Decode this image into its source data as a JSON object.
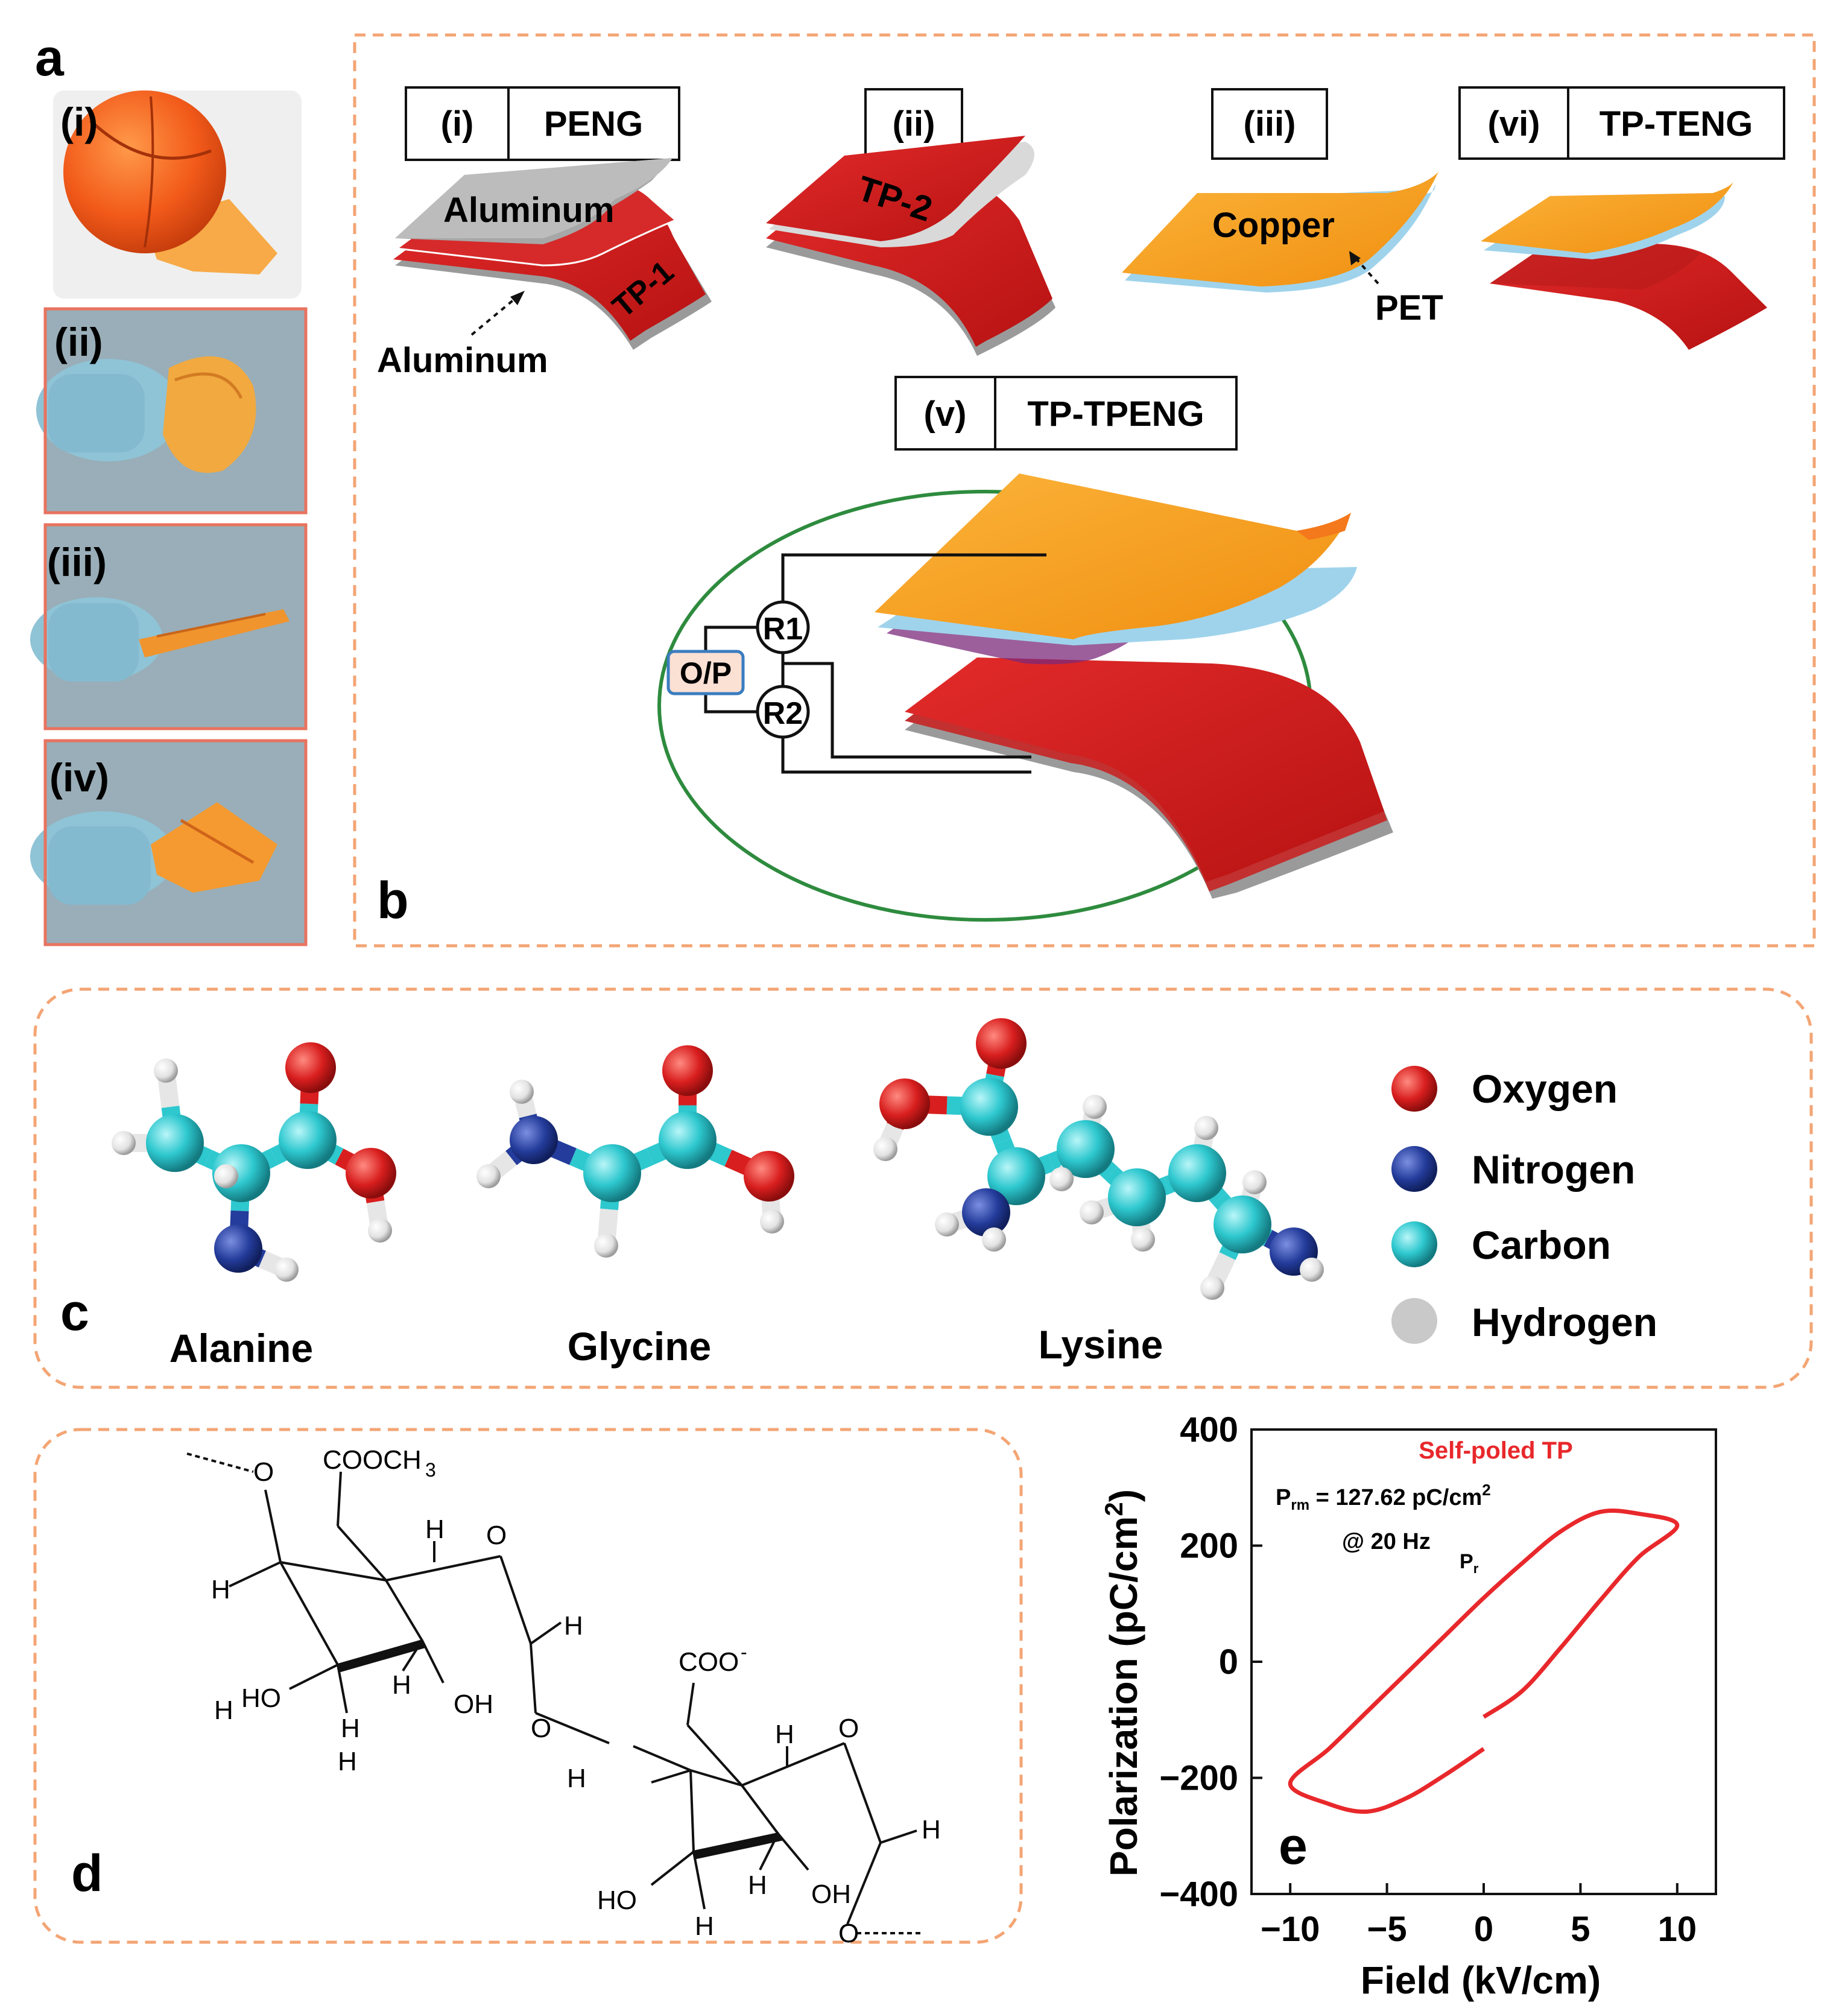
{
  "panel_letters": {
    "a": "a",
    "b": "b",
    "c": "c",
    "d": "d",
    "e": "e"
  },
  "panel_a": {
    "photo_labels": [
      "(i)",
      "(ii)",
      "(iii)",
      "(iv)"
    ],
    "colors": {
      "tomato": "#f25a1a",
      "glove": "#8fc3d6",
      "photo_bg": "#8fa2ad",
      "frame": "#e8735f"
    }
  },
  "panel_b": {
    "devices": [
      {
        "num": "(i)",
        "name": "PENG"
      },
      {
        "num": "(ii)",
        "name": ""
      },
      {
        "num": "(iii)",
        "name": ""
      },
      {
        "num": "(vi)",
        "name": "TP-TENG"
      },
      {
        "num": "(v)",
        "name": "TP-TPENG"
      }
    ],
    "labels": {
      "aluminum_top": "Aluminum",
      "aluminum_bottom": "Aluminum",
      "tp1": "TP-1",
      "tp2": "TP-2",
      "copper": "Copper",
      "pet": "PET"
    },
    "circuit": {
      "r1": "R1",
      "r2": "R2",
      "output": "O/P"
    },
    "colors": {
      "red": "#d41f1f",
      "gray": "#a9a9a9",
      "orange": "#f7a21b",
      "blue": "#9fd3ec",
      "green": "#2e8b3e",
      "dash": "#f3a574"
    }
  },
  "panel_c": {
    "molecules": [
      "Alanine",
      "Glycine",
      "Lysine"
    ],
    "legend": [
      {
        "name": "Oxygen",
        "color": "#d81e1e"
      },
      {
        "name": "Nitrogen",
        "color": "#243c9b"
      },
      {
        "name": "Carbon",
        "color": "#2ec8cf"
      },
      {
        "name": "Hydrogen",
        "color": "#c9c9c9"
      }
    ]
  },
  "panel_d": {
    "labels": [
      "COOCH",
      "3",
      "COO",
      "-",
      "O",
      "O",
      "O",
      "O",
      "H",
      "H",
      "H",
      "H",
      "H",
      "H",
      "H",
      "H",
      "H",
      "H",
      "H",
      "H",
      "HO",
      "OH",
      "HO",
      "OH",
      "O"
    ]
  },
  "panel_e": {
    "title": "Self-poled TP",
    "annotation_prm": "P",
    "annotation_prm_sub": "rm",
    "annotation_value": " = 127.62 pC/cm",
    "annotation_sup": "2",
    "annotation_freq": "@ 20 Hz",
    "annotation_pr": "P",
    "annotation_pr_sub": "r",
    "xlabel": "Field (kV/cm)",
    "ylabel": "Polarization (pC/cm",
    "ylabel_sup": "2",
    "ylabel_close": ")",
    "color": "#e8282b"
  },
  "chart_data": {
    "type": "line",
    "title": "Self-poled TP",
    "xlabel": "Field (kV/cm)",
    "ylabel": "Polarization (pC/cm2)",
    "xlim": [
      -12,
      12
    ],
    "ylim": [
      -400,
      400
    ],
    "xticks": [
      -10,
      -5,
      0,
      5,
      10
    ],
    "yticks": [
      400,
      200,
      0,
      -200,
      -400
    ],
    "xtick_labels": [
      "−10",
      "−5",
      "0",
      "5",
      "10"
    ],
    "ytick_labels": [
      "400",
      "200",
      "0",
      "−200",
      "−400"
    ],
    "grid": false,
    "series": [
      {
        "name": "Self-poled TP",
        "x": [
          0,
          -2,
          -4,
          -6,
          -8,
          -10,
          -8,
          -6,
          -4,
          -2,
          0,
          2,
          4,
          6,
          8,
          10,
          8,
          6,
          4,
          2,
          0
        ],
        "y": [
          -150,
          -195,
          -235,
          -258,
          -245,
          -210,
          -150,
          -85,
          -20,
          45,
          110,
          170,
          225,
          258,
          255,
          235,
          180,
          105,
          25,
          -50,
          -95
        ]
      }
    ]
  }
}
